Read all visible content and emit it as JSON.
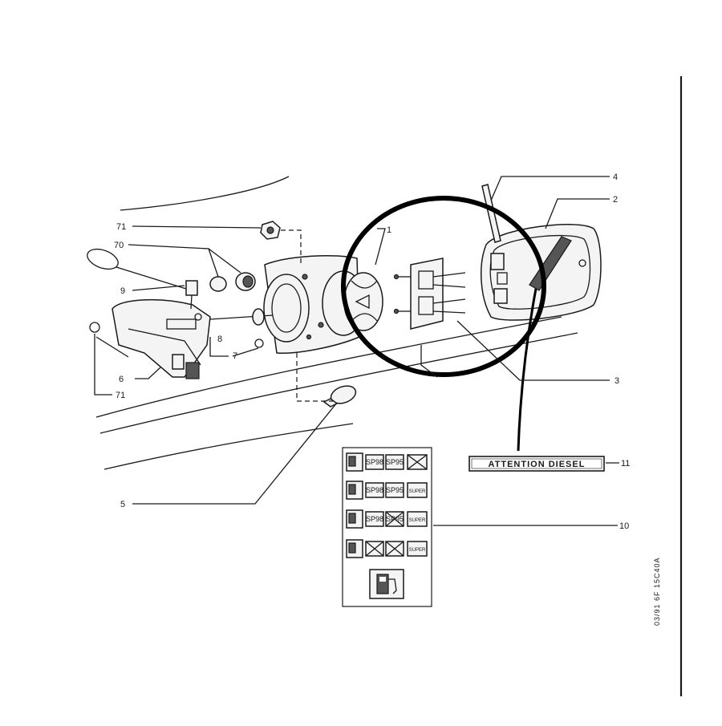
{
  "callouts": {
    "n1": "1",
    "n2": "2",
    "n3": "3",
    "n4": "4",
    "n5": "5",
    "n6": "6",
    "n7": "7",
    "n8": "8",
    "n9": "9",
    "n10": "10",
    "n11": "11",
    "n70": "70",
    "n71a": "71",
    "n71b": "71"
  },
  "warning_label": "ATTENTION DIESEL",
  "fuel_table": {
    "rows": [
      [
        "SP98",
        "SP95",
        ""
      ],
      [
        "SP98",
        "SP95",
        "SUPER"
      ],
      [
        "SP98",
        "SP95",
        "SUPER"
      ],
      [
        "",
        "",
        "SUPER"
      ]
    ]
  },
  "doc_code": "03/91   6F   15C40A",
  "colors": {
    "ink": "#1a1a1a",
    "paper": "#ffffff"
  },
  "icons": [
    "fuel-pump-icon"
  ]
}
